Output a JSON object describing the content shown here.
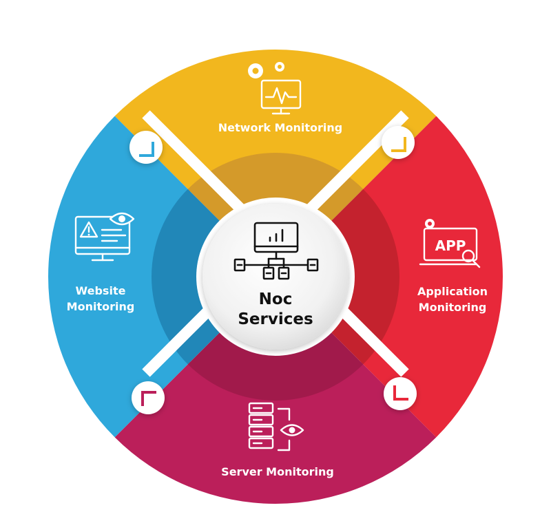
{
  "center": {
    "title_line1": "Noc",
    "title_line2": "Services",
    "icon": "network-dashboard-icon"
  },
  "segments": [
    {
      "id": "network",
      "label": "Network Monitoring",
      "color": "#F2B71E",
      "inner_color": "#D49A2A",
      "icon": "gears-monitor-icon"
    },
    {
      "id": "application",
      "label_line1": "Application",
      "label_line2": "Monitoring",
      "color": "#E8283A",
      "inner_color": "#C4222E",
      "icon": "app-search-icon"
    },
    {
      "id": "server",
      "label": "Server Monitoring",
      "color": "#BB1F5A",
      "inner_color": "#A11A4B",
      "icon": "server-eye-icon"
    },
    {
      "id": "website",
      "label_line1": "Website",
      "label_line2": "Monitoring",
      "color": "#2FA8DB",
      "inner_color": "#2187B8",
      "icon": "website-alert-icon"
    }
  ],
  "connectors": [
    {
      "position": "top-left",
      "color": "#2FA8DB",
      "icon": "corner-bracket-icon"
    },
    {
      "position": "top-right",
      "color": "#F2B71E",
      "icon": "corner-bracket-icon"
    },
    {
      "position": "bottom-left",
      "color": "#BB1F5A",
      "icon": "corner-bracket-icon"
    },
    {
      "position": "bottom-right",
      "color": "#E8283A",
      "icon": "corner-bracket-icon"
    }
  ]
}
